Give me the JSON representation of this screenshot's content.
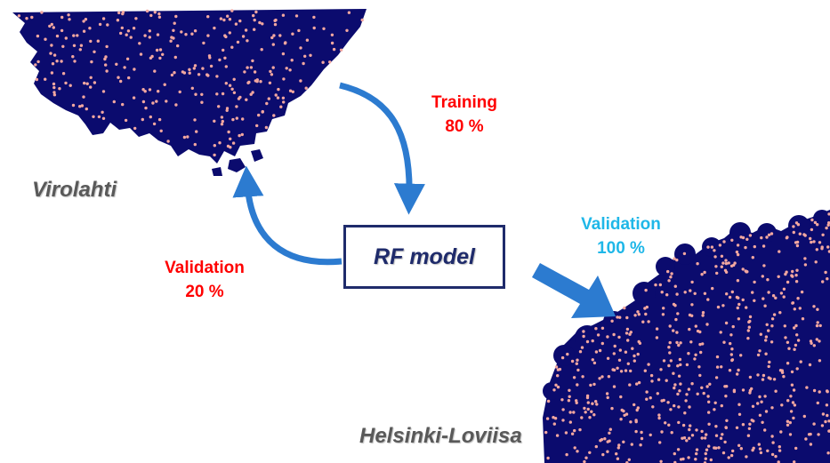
{
  "regions": {
    "training_region": "Virolahti",
    "test_region": "Helsinki-Loviisa"
  },
  "model": {
    "label": "RF model"
  },
  "splits": {
    "training": {
      "label": "Training",
      "percent": "80 %"
    },
    "validation_local": {
      "label": "Validation",
      "percent": "20 %"
    },
    "validation_transfer": {
      "label": "Validation",
      "percent": "100 %"
    }
  },
  "colors": {
    "map_fill": "#0b0b6e",
    "sample_points": "#f2a7a0",
    "arrow": "#2c7bd0",
    "training_text": "#ff0000",
    "validation_local_text": "#ff0000",
    "validation_transfer_text": "#1fb7e8",
    "region_text": "#595959",
    "model_border": "#1f2b6b"
  },
  "icons": {
    "training_arrow": "curved-arrow-down-icon",
    "validation_arrow": "curved-arrow-up-icon",
    "transfer_arrow": "block-arrow-down-right-icon"
  }
}
